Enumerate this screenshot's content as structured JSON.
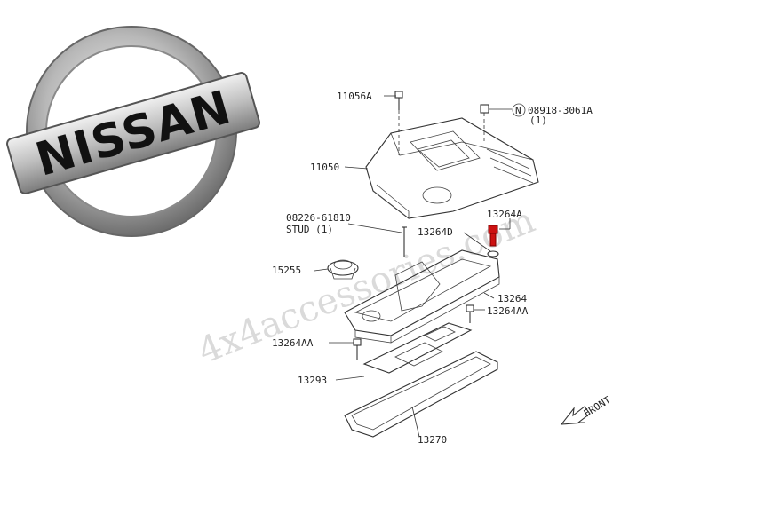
{
  "brand": {
    "logo_text": "NISSAN"
  },
  "watermark": "4x4accessories.com",
  "callouts": [
    {
      "id": "11056A",
      "text": "11056A"
    },
    {
      "id": "08918",
      "text": "08918-3061A",
      "sub": "(1)",
      "prefix": "N"
    },
    {
      "id": "11050",
      "text": "11050"
    },
    {
      "id": "08226",
      "text": "08226-61810",
      "sub": "STUD (1)"
    },
    {
      "id": "13264A",
      "text": "13264A"
    },
    {
      "id": "13264D",
      "text": "13264D"
    },
    {
      "id": "15255",
      "text": "15255"
    },
    {
      "id": "13264",
      "text": "13264"
    },
    {
      "id": "13264AA_r",
      "text": "13264AA"
    },
    {
      "id": "13264AA_l",
      "text": "13264AA"
    },
    {
      "id": "13293",
      "text": "13293"
    },
    {
      "id": "13270",
      "text": "13270"
    }
  ],
  "orientation": {
    "label": "FRONT"
  },
  "colors": {
    "highlight": "#cc1111",
    "logo_ring": "#9a9a9a"
  }
}
